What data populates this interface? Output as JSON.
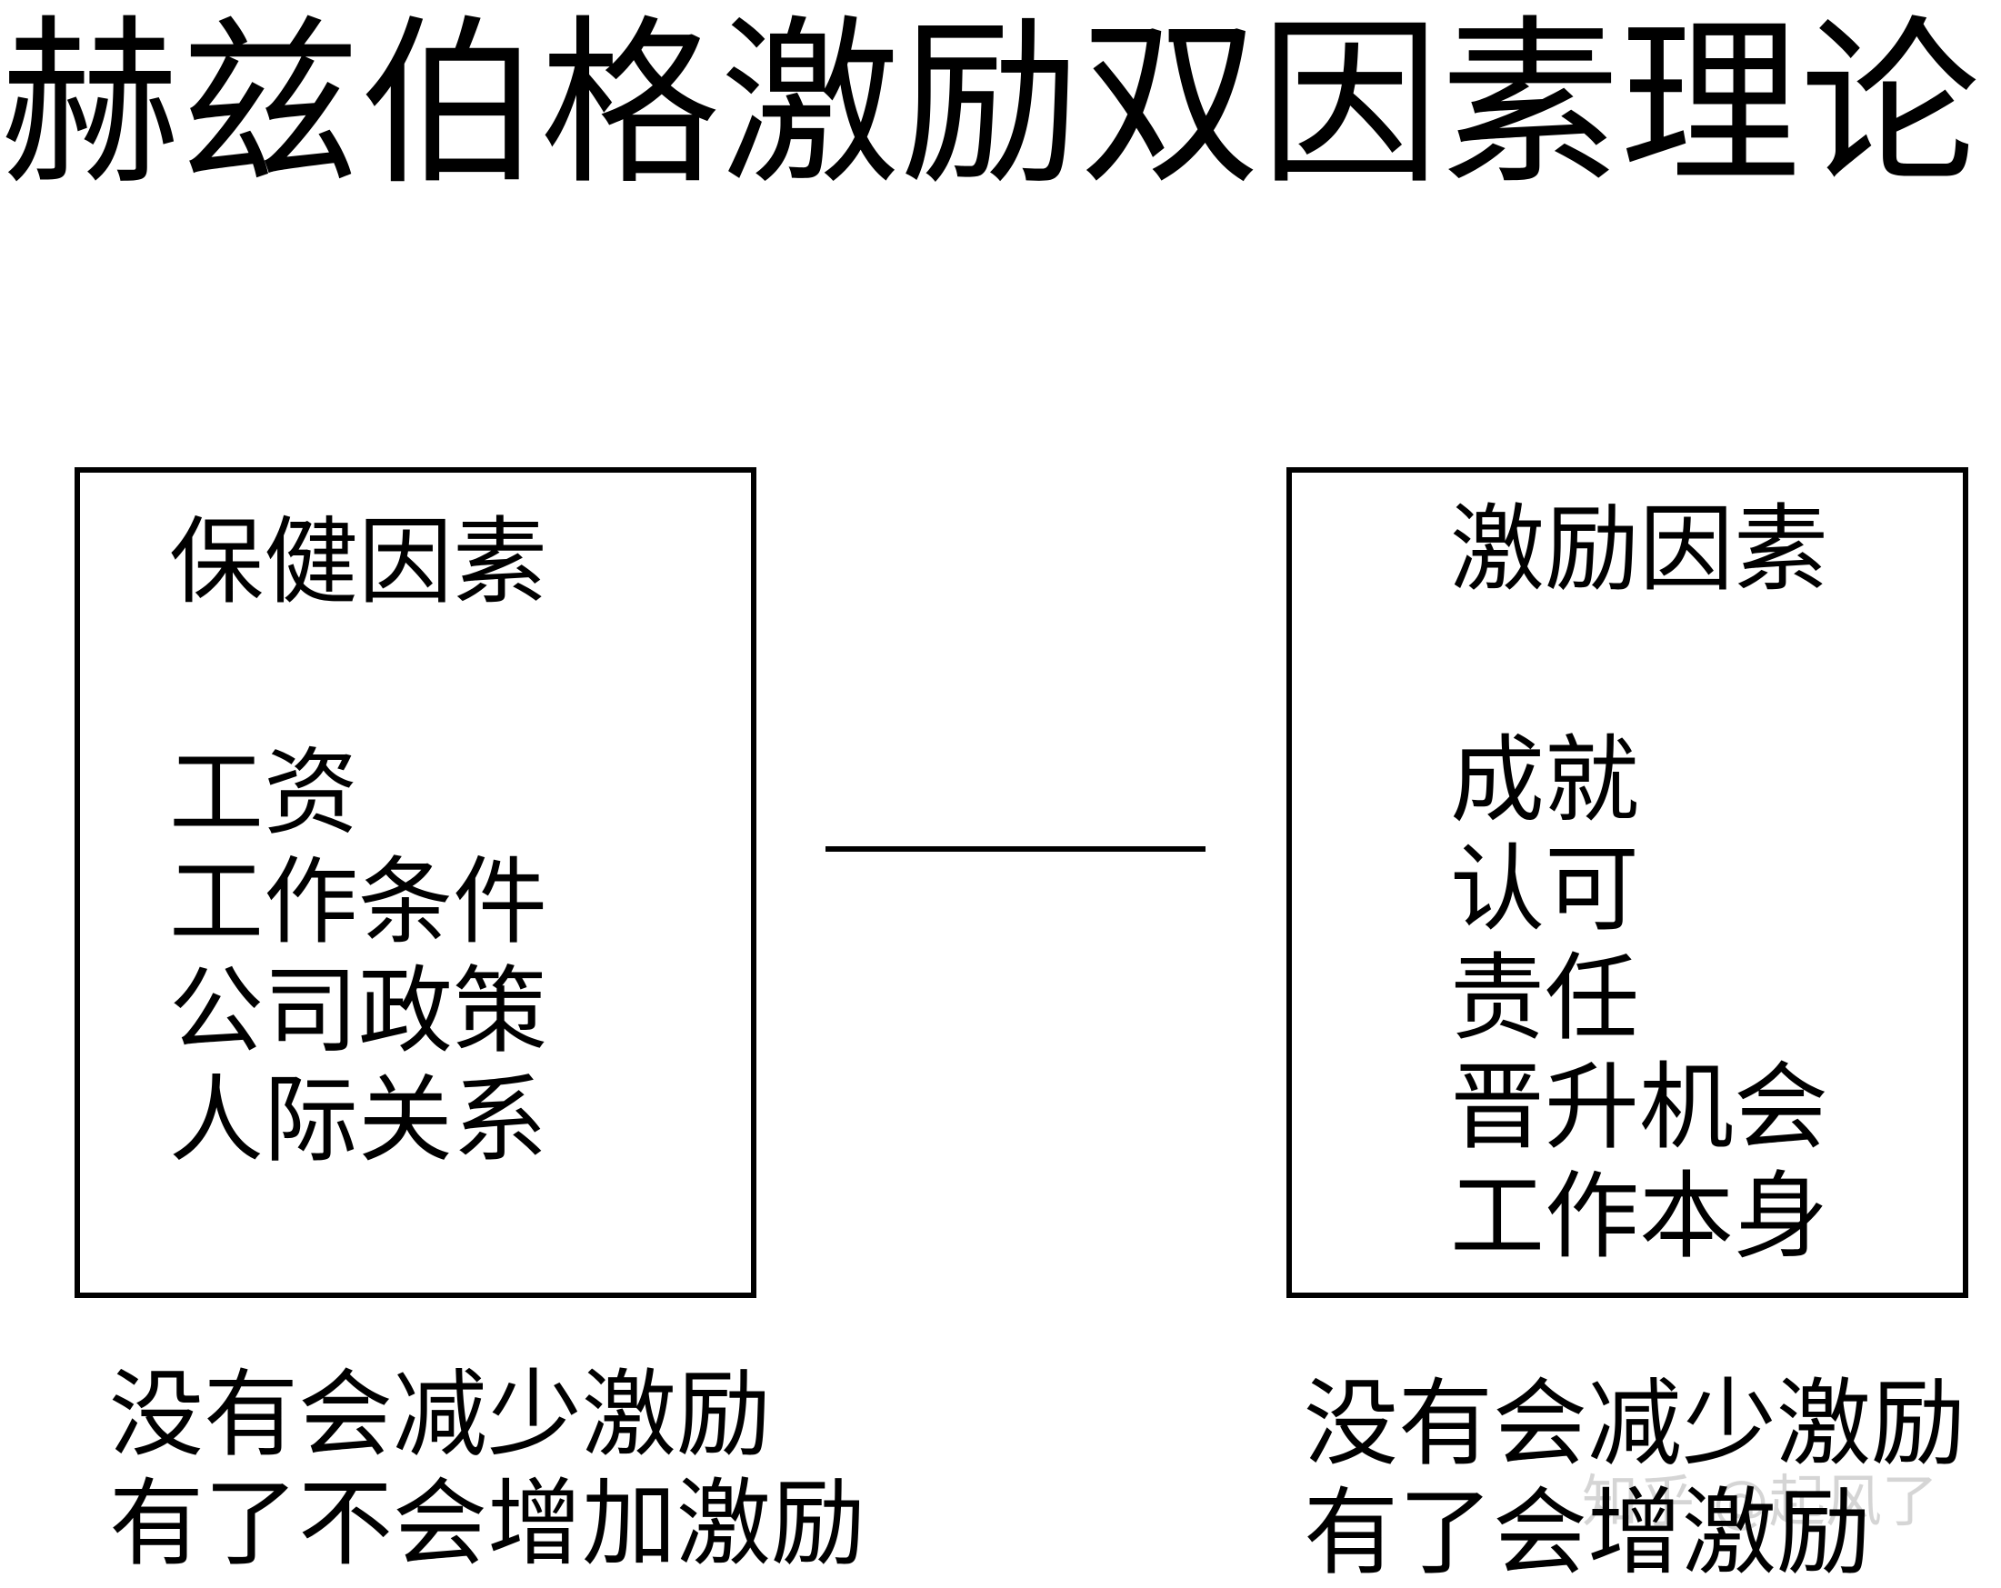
{
  "title": "赫兹伯格激励双因素理论",
  "hygiene": {
    "heading": "保健因素",
    "items": [
      "工资",
      "工作条件",
      "公司政策",
      "人际关系"
    ],
    "caption": [
      "没有会减少激励",
      "有了不会增加激励"
    ]
  },
  "motivator": {
    "heading": "激励因素",
    "items": [
      "成就",
      "认可",
      "责任",
      "晋升机会",
      "工作本身"
    ],
    "caption": [
      "没有会减少激励",
      "有了会增激励"
    ]
  },
  "watermark": "知乎 @起风了"
}
